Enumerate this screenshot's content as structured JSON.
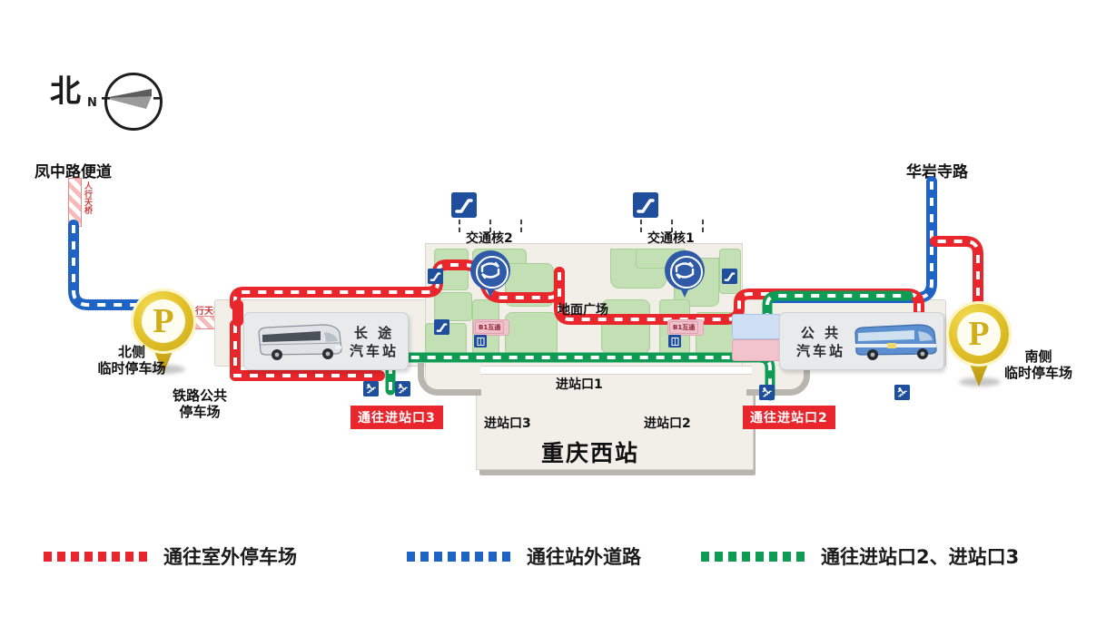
{
  "compass": {
    "label_cn": "北",
    "label_en": "N",
    "icon": "compass-needle-icon"
  },
  "roads": {
    "northwest": "凤中路便道",
    "northeast": "华岩寺路"
  },
  "parking": {
    "north": {
      "marker": "P",
      "line1": "北侧",
      "line2": "临时停车场"
    },
    "south": {
      "marker": "P",
      "line1": "南侧",
      "line2": "临时停车场"
    },
    "railway_public": {
      "line1": "铁路公共",
      "line2": "停车场"
    }
  },
  "footbridges": [
    {
      "label": "人行天桥",
      "orientation": "vertical"
    },
    {
      "label": "人行天桥",
      "orientation": "horizontal"
    }
  ],
  "transit_cores": [
    {
      "name": "交通核2",
      "icons": [
        "stairs-icon",
        "restroom-icon",
        "escalator-icon"
      ]
    },
    {
      "name": "交通核1",
      "icons": [
        "stairs-icon",
        "restroom-icon",
        "escalator-icon"
      ]
    }
  ],
  "interchanges": [
    {
      "label": "B1互通"
    },
    {
      "label": "B1互通"
    }
  ],
  "bus_stations": {
    "long_distance": {
      "line1": "长 途",
      "line2": "汽车站",
      "icon": "coach-bus-icon"
    },
    "public": {
      "line1": "公 共",
      "line2": "汽车站",
      "icon": "city-bus-icon"
    }
  },
  "plaza": {
    "label": "地面广场"
  },
  "station": {
    "name": "重庆西站",
    "entrances": [
      {
        "label": "进站口1"
      },
      {
        "label": "进站口2"
      },
      {
        "label": "进站口3"
      }
    ]
  },
  "red_tags": [
    {
      "label": "通往进站口3"
    },
    {
      "label": "通往进站口2"
    }
  ],
  "legend": {
    "items": [
      {
        "label": "通往室外停车场",
        "color": "#e8262c",
        "name": "legend-red-route"
      },
      {
        "label": "通往站外道路",
        "color": "#1f63c4",
        "name": "legend-blue-route"
      },
      {
        "label": "通往进站口2、进站口3",
        "color": "#0e9c55",
        "name": "legend-green-route"
      }
    ]
  },
  "colors": {
    "red_route": "#e8262c",
    "blue_route": "#1f63c4",
    "green_route": "#0e9c55",
    "parking_yellow": "#d9bb22",
    "sign_blue": "#1f4e9c",
    "plaza_bg": "#f2efe9",
    "green_area": "#c3dfb4"
  }
}
